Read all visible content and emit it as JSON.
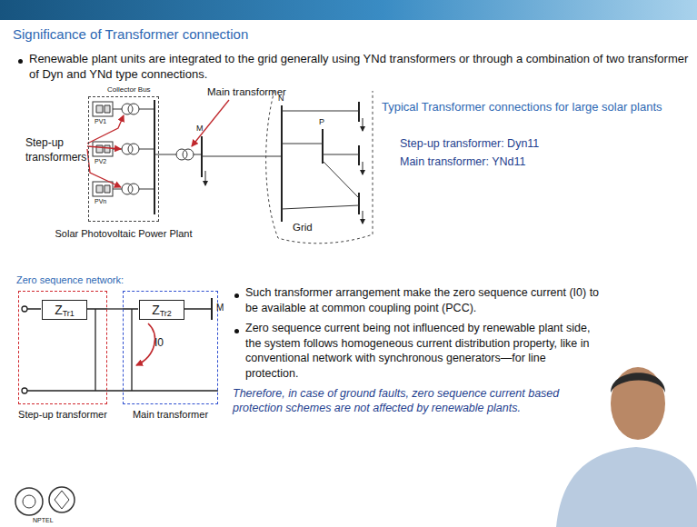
{
  "diagram": {
    "title": "Significance of Transformer connection",
    "nodes": [
      {
        "text": [
          "Solar Photovoltaic Power Plant"
        ]
      },
      {
        "text": [
          "Step-up transformer"
        ]
      },
      {
        "text": [
          "Z",
          "Tr1"
        ],
        "in": 1
      },
      {
        "text": [
          "Main transformer"
        ]
      },
      {
        "text": [
          "Z",
          "Tr2"
        ],
        "in": 3
      }
    ],
    "edges": [
      {
        "from": 1,
        "to": 3,
        "arrow": "none"
      }
    ],
    "labels": [
      "Renewable plant units are integrated to the grid generally using YNd transformers or through a combination of two transformer of Dyn and YNd type connections.",
      "Step-up transformers",
      "Collector Bus",
      "Main transformer",
      "PV1",
      "PV2",
      "PVn",
      "M",
      "N",
      "P",
      "Grid",
      "Typical Transformer connections for large solar plants",
      "Step-up transformer: Dyn11",
      "Main transformer: YNd11",
      "Zero sequence network:",
      "I0",
      "M",
      "Such transformer arrangement make the zero sequence current (I0) to be available at common coupling point (PCC).",
      "Zero sequence current being not influenced by renewable plant side, the system follows homogeneous current distribution property, like in conventional network with synchronous generators—for line protection.",
      "Therefore, in case of ground faults, zero sequence current based protection schemes are not affected by renewable plants.",
      "NPTEL"
    ]
  }
}
